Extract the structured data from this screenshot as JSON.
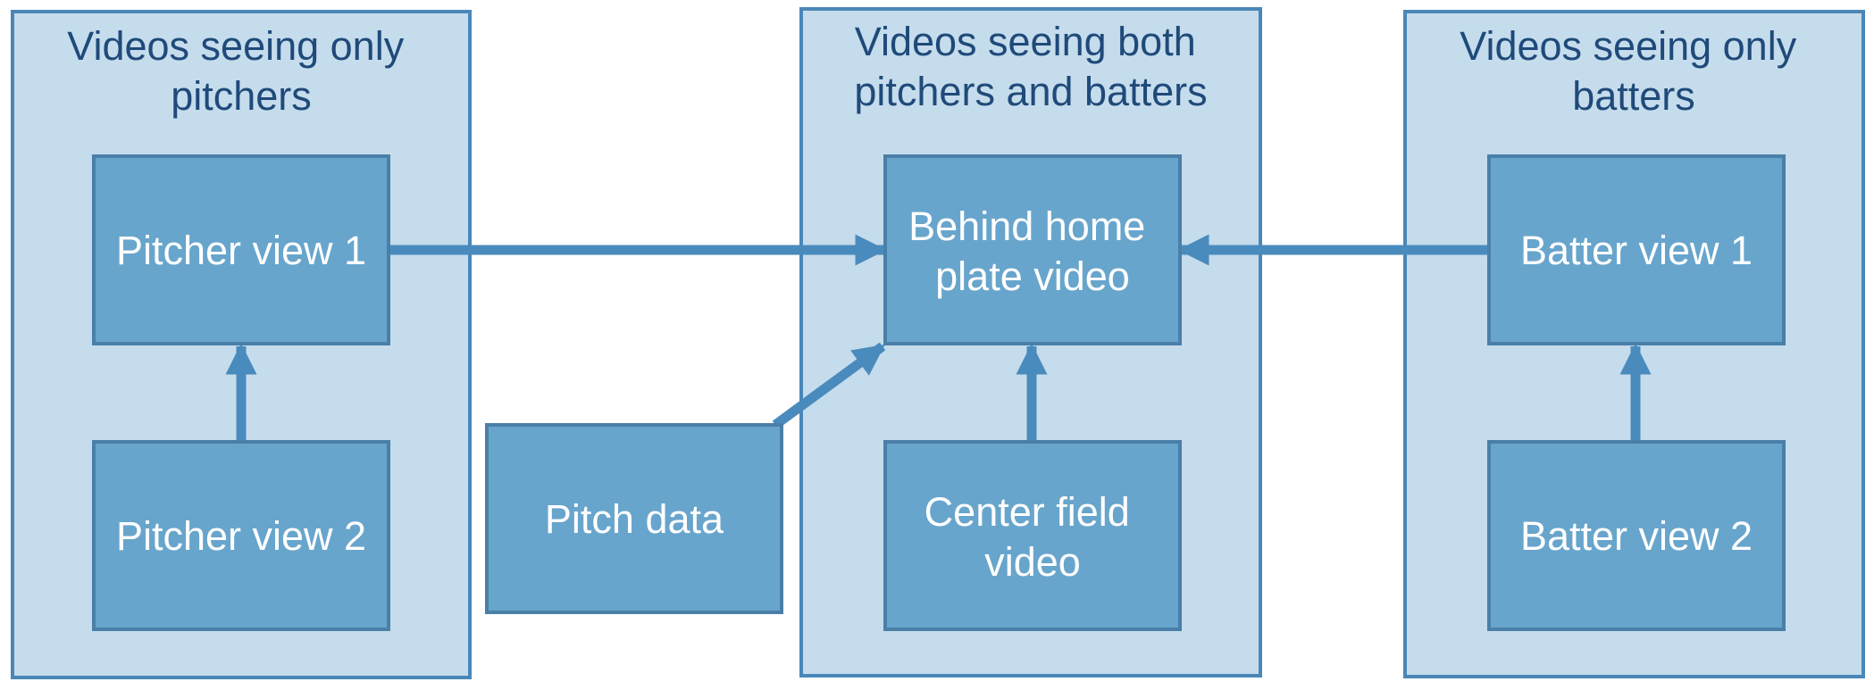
{
  "colors": {
    "group_fill": "#c5dcec",
    "group_stroke": "#4a87b8",
    "group_text": "#1f4a7a",
    "node_fill": "#68a5cc",
    "node_stroke": "#4a7fa8",
    "node_text": "#ffffff",
    "arrow": "#4a8bbd"
  },
  "groups": {
    "pitchers_only": {
      "label_line1": "Videos seeing only",
      "label_line2": "pitchers"
    },
    "both": {
      "label_line1": "Videos seeing both",
      "label_line2": "pitchers and batters"
    },
    "batters_only": {
      "label_line1": "Videos seeing only",
      "label_line2": "batters"
    }
  },
  "nodes": {
    "pitcher_view_1": {
      "label_line1": "Pitcher view 1"
    },
    "pitcher_view_2": {
      "label_line1": "Pitcher view 2"
    },
    "pitch_data": {
      "label_line1": "Pitch data"
    },
    "behind_home_plate": {
      "label_line1": "Behind home",
      "label_line2": "plate video"
    },
    "center_field": {
      "label_line1": "Center field",
      "label_line2": "video"
    },
    "batter_view_1": {
      "label_line1": "Batter view 1"
    },
    "batter_view_2": {
      "label_line1": "Batter view 2"
    }
  },
  "edges": [
    {
      "from": "pitcher_view_2",
      "to": "pitcher_view_1"
    },
    {
      "from": "pitcher_view_1",
      "to": "behind_home_plate"
    },
    {
      "from": "pitch_data",
      "to": "behind_home_plate"
    },
    {
      "from": "center_field",
      "to": "behind_home_plate"
    },
    {
      "from": "batter_view_1",
      "to": "behind_home_plate"
    },
    {
      "from": "batter_view_2",
      "to": "batter_view_1"
    }
  ]
}
